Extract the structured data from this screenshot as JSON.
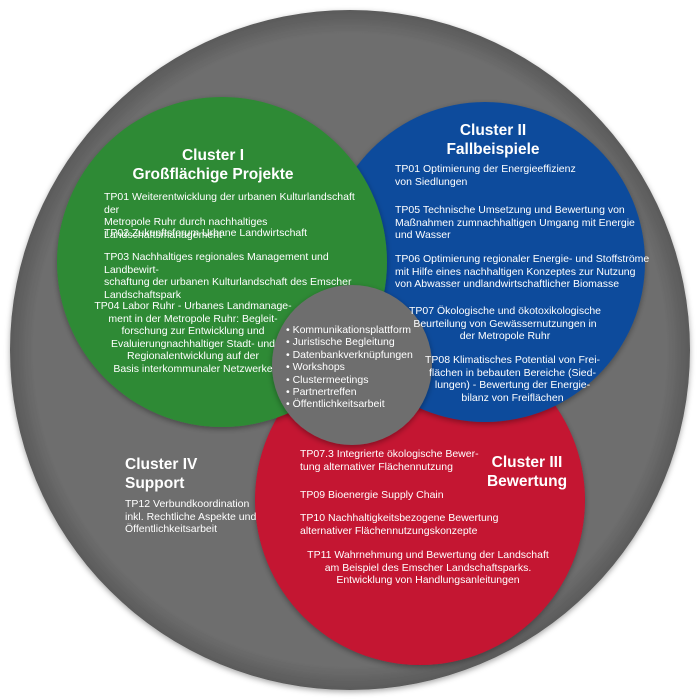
{
  "colors": {
    "ring": "#6e6e6e",
    "cluster1": "#2e8a34",
    "cluster2": "#0d4c9c",
    "cluster3": "#c41230",
    "center": "#6e6e6e",
    "text": "#ffffff"
  },
  "cluster1": {
    "title": "Cluster I\nGroßflächige Projekte",
    "items": [
      "TP01 Weiterentwicklung der urbanen Kulturlandschaft der\nMetropole Ruhr durch nachhaltiges Landschaftsmanagement",
      "TP02 Zukunftsforum Urbane Landwirtschaft",
      "TP03 Nachhaltiges regionales Management und Landbewirt-\nschaftung der urbanen Kulturlandschaft des Emscher\nLandschaftspark",
      "TP04 Labor Ruhr - Urbanes Landmanage-\nment in der Metropole Ruhr: Begleit-\nforschung zur Entwicklung und\nEvaluierungnachhaltiger Stadt- und\nRegionalentwicklung auf der\nBasis interkommunaler Netzwerke"
    ]
  },
  "cluster2": {
    "title": "Cluster II\nFallbeispiele",
    "items": [
      "TP01 Optimierung der Energieeffizienz\nvon Siedlungen",
      "TP05 Technische Umsetzung und Bewertung von\nMaßnahmen zumnachhaltigen Umgang mit Energie\nund Wasser",
      "TP06 Optimierung regionaler Energie- und Stoffströme\nmit Hilfe eines nachhaltigen Konzeptes zur Nutzung\nvon Abwasser undlandwirtschaftlicher Biomasse",
      "TP07 Ökologische und ökotoxikologische\nBeurteilung von Gewässernutzungen in\nder Metropole Ruhr",
      "TP08 Klimatisches Potential von Frei-\nflächen in bebauten Bereiche (Sied-\nlungen) - Bewertung der Energie-\nbilanz von Freiflächen"
    ]
  },
  "cluster3": {
    "title": "Cluster III\nBewertung",
    "items": [
      "TP07.3 Integrierte ökologische Bewer-\ntung alternativer Flächennutzung",
      "TP09 Bioenergie Supply Chain",
      "TP10 Nachhaltigkeitsbezogene Bewertung\nalternativer Flächennutzungskonzepte",
      "TP11 Wahrnehmung und Bewertung der Landschaft\nam Beispiel des Emscher Landschaftsparks.\nEntwicklung von Handlungsanleitungen"
    ]
  },
  "cluster4": {
    "title": "Cluster IV\nSupport",
    "items": [
      "TP12 Verbundkoordination\ninkl. Rechtliche Aspekte und\nÖffentlichkeitsarbeit"
    ]
  },
  "center": {
    "items": [
      "Kommunikationsplattform",
      "Juristische Begleitung",
      "Datenbankverknüpfungen",
      "Workshops",
      "Clustermeetings",
      "Partnertreffen",
      "Öffentlichkeitsarbeit"
    ]
  }
}
